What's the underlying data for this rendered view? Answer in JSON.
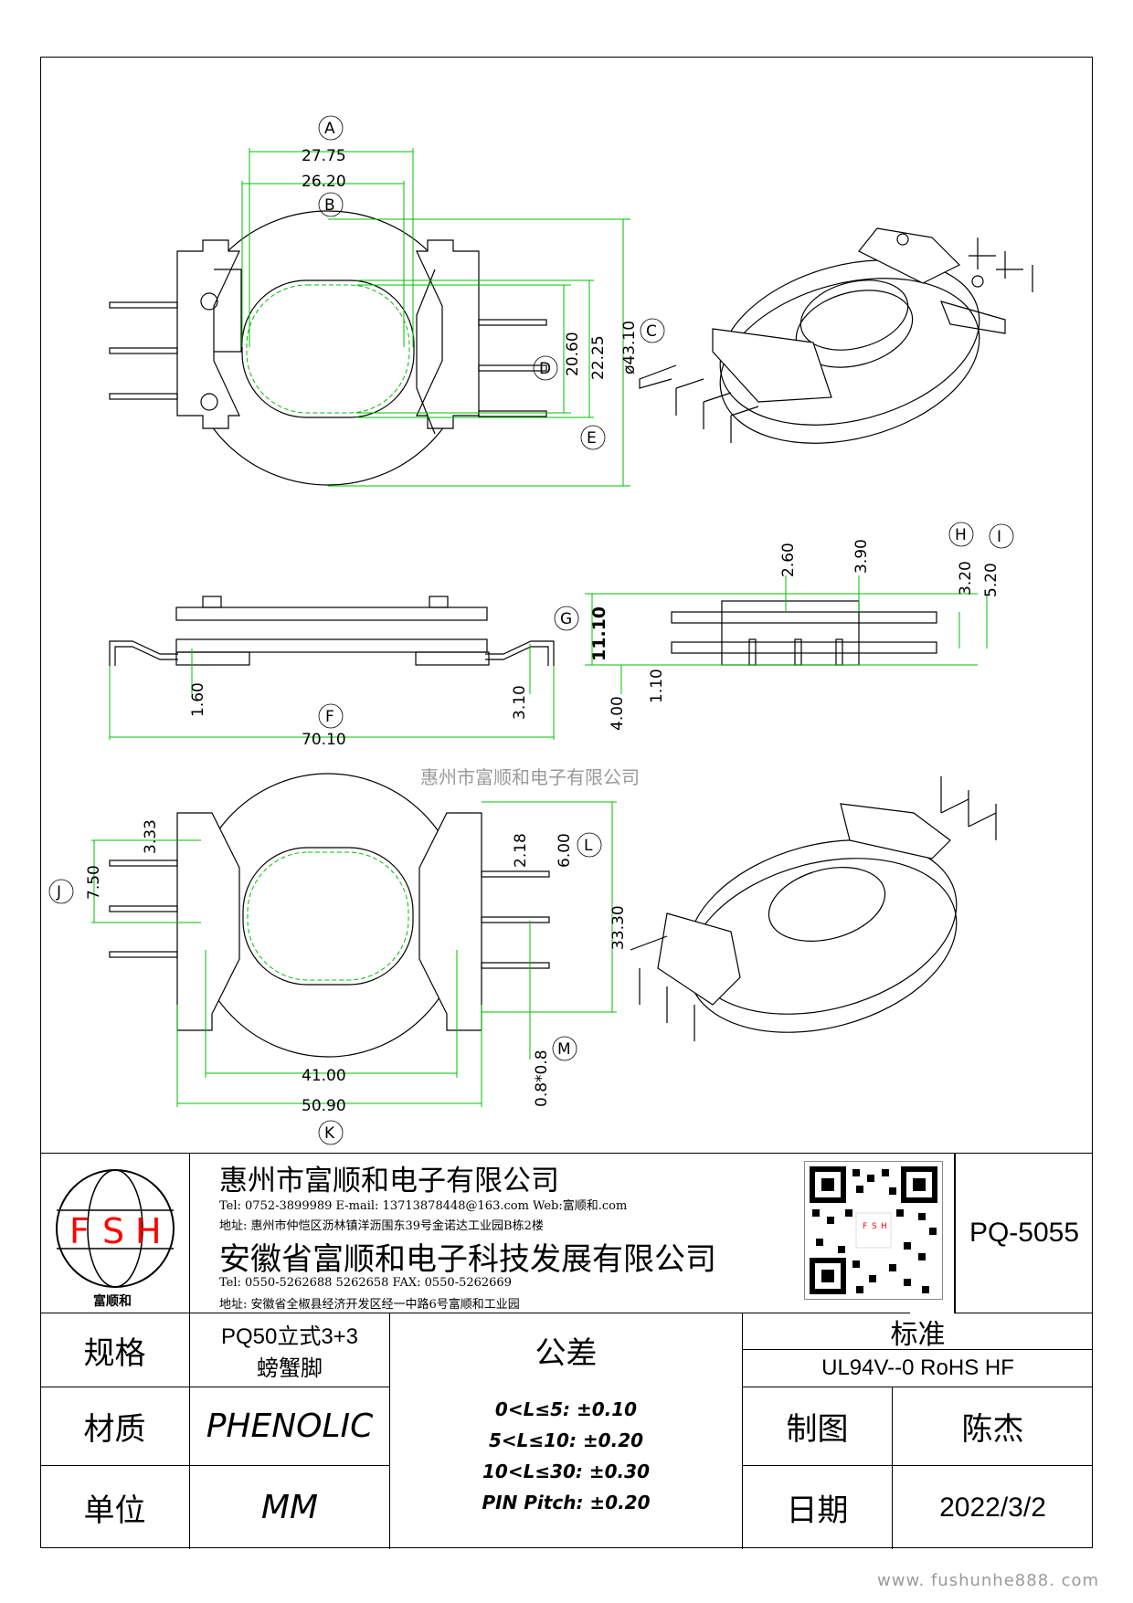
{
  "dimensions": {
    "a": "27.75",
    "b": "26.20",
    "c": "ø43.10",
    "c2": "22.25",
    "d": "20.60",
    "f": "70.10",
    "f_left": "1.60",
    "f_right": "3.10",
    "g": "11.10",
    "g_low1": "4.00",
    "g_low2": "1.10",
    "h1": "2.60",
    "h2": "3.90",
    "h3": "3.20",
    "i": "5.20",
    "j1": "3.33",
    "j2": "7.50",
    "l1": "2.18",
    "l2": "6.00",
    "l3": "33.30",
    "m": "0.8*0.8",
    "k1": "41.00",
    "k2": "50.90"
  },
  "balloons": [
    "A",
    "B",
    "C",
    "D",
    "E",
    "F",
    "G",
    "H",
    "I",
    "J",
    "K",
    "L",
    "M"
  ],
  "watermark_center": "惠州市富顺和电子有限公司",
  "watermark_bottom": "www. fushunhe888. com",
  "title_block": {
    "logo_letters": [
      "F",
      "S",
      "H"
    ],
    "logo_caption": "富顺和",
    "company1": "惠州市富顺和电子有限公司",
    "contact1": "Tel: 0752-3899989  E-mail: 13713878448@163.com  Web:富顺和.com",
    "address1": "地址: 惠州市仲恺区沥林镇洋沥围东39号金诺达工业园B栋2楼",
    "company2": "安徽省富顺和电子科技发展有限公司",
    "contact2": "Tel: 0550-5262688  5262658     FAX: 0550-5262669",
    "address2": "地址: 安徽省全椒县经济开发区经一中路6号富顺和工业园",
    "part_no": "PQ-5055",
    "spec_label": "规格",
    "spec_value_1": "PQ50立式3+3",
    "spec_value_2": "螃蟹脚",
    "material_label": "材质",
    "material_value": "PHENOLIC",
    "unit_label": "单位",
    "unit_value": "MM",
    "tolerance_label": "公差",
    "tolerances": [
      "0<L≤5: ±0.10",
      "5<L≤10: ±0.20",
      "10<L≤30: ±0.30",
      "PIN Pitch: ±0.20"
    ],
    "standard_label": "标准",
    "standard_value": "UL94V--0  RoHS HF",
    "drawn_label": "制图",
    "drawn_value": "陈杰",
    "date_label": "日期",
    "date_value": "2022/3/2"
  },
  "colors": {
    "dimension_line": "#00c000",
    "outline": "#000000",
    "logo_red": "#ff0000"
  }
}
